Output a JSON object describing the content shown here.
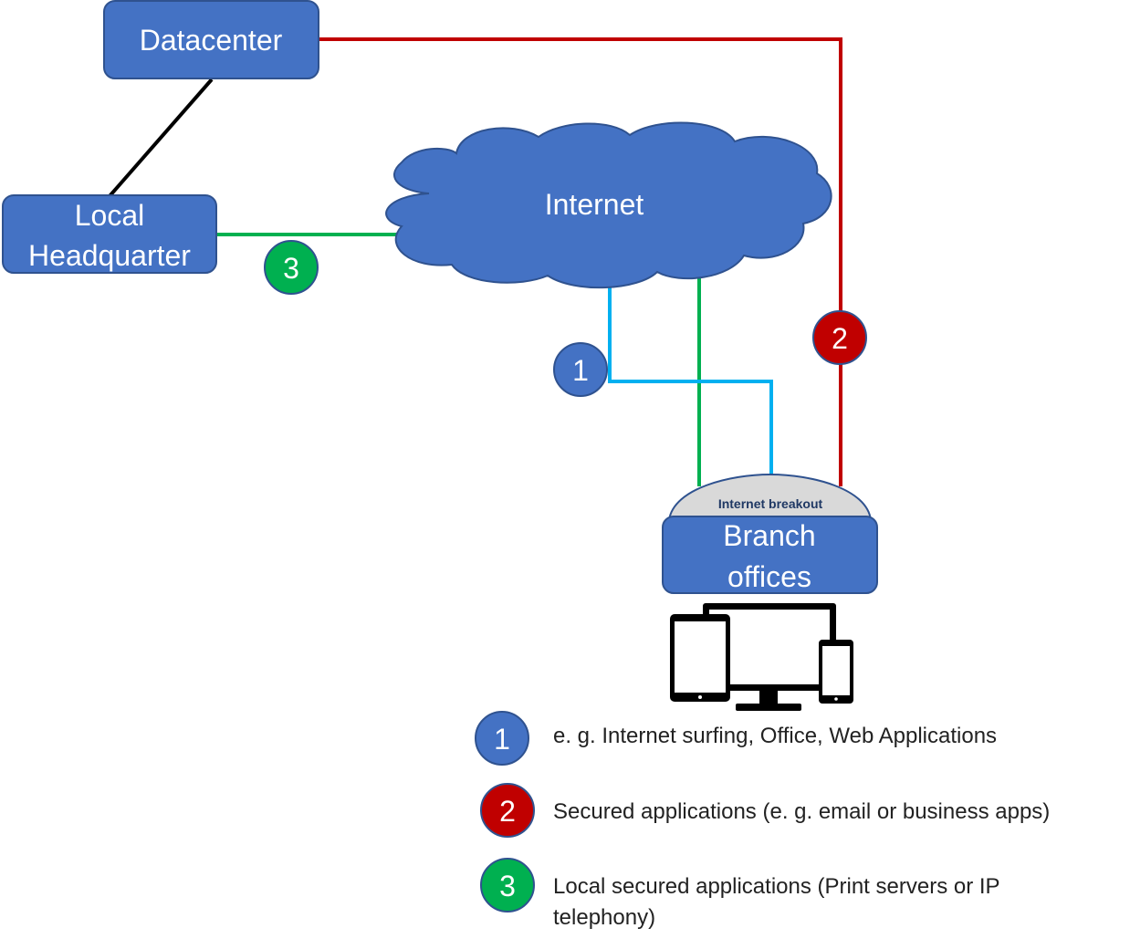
{
  "nodes": {
    "datacenter": {
      "label": "Datacenter"
    },
    "headquarter": {
      "line1": "Local",
      "line2": "Headquarter"
    },
    "internet": {
      "label": "Internet"
    },
    "breakout": {
      "label": "Internet breakout"
    },
    "branch": {
      "line1": "Branch",
      "line2": "offices"
    }
  },
  "badges": {
    "one": "1",
    "two": "2",
    "three": "3"
  },
  "legend": [
    {
      "number": "1",
      "text": "e. g. Internet surfing, Office, Web Applications",
      "color": "#4472c4"
    },
    {
      "number": "2",
      "text": "Secured applications (e. g. email or business apps)",
      "color": "#c00000"
    },
    {
      "number": "3",
      "line1": "Local secured applications (Print servers or IP",
      "line2": "telephony)",
      "color": "#00b050"
    }
  ],
  "colors": {
    "node_fill": "#4472c4",
    "node_stroke": "#2f528f",
    "link_black": "#000000",
    "link_red": "#c00000",
    "link_green": "#00b050",
    "link_cyan": "#00b0f0",
    "breakout_fill": "#d9d9d9"
  },
  "icons": {
    "devices": "devices-icon"
  }
}
